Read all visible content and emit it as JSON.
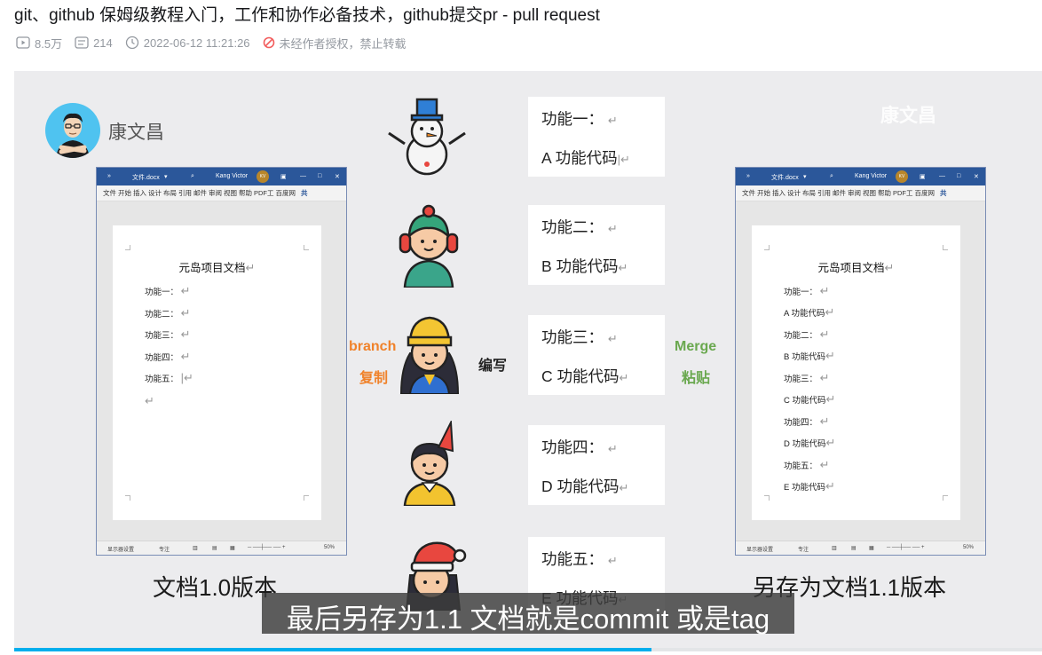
{
  "video": {
    "title": "git、github 保姆级教程入门，工作和协作必备技术，github提交pr - pull request",
    "views": "8.5万",
    "danmaku": "214",
    "date": "2022-06-12 11:21:26",
    "copyright": "未经作者授权，禁止转载",
    "progress": 0.62
  },
  "slide": {
    "author": "康文昌",
    "watermark": "康文昌",
    "left_window": {
      "filename": "文件.docx",
      "user": "Kang Victor",
      "user_initials": "KV",
      "menu": [
        "文件",
        "开始",
        "插入",
        "设计",
        "布局",
        "引用",
        "邮件",
        "审阅",
        "视图",
        "帮助",
        "PDF工",
        "百度网"
      ],
      "share": "共",
      "doc_title": "元岛项目文档",
      "lines": [
        "功能一：",
        "功能二：",
        "功能三：",
        "功能四：",
        "功能五："
      ],
      "status_display": "显示器设置",
      "status_focus": "专注",
      "zoom": "50%"
    },
    "right_window": {
      "filename": "文件.docx",
      "user": "Kang Victor",
      "user_initials": "KV",
      "menu": [
        "文件",
        "开始",
        "插入",
        "设计",
        "布局",
        "引用",
        "邮件",
        "审阅",
        "视图",
        "帮助",
        "PDF工",
        "百度网"
      ],
      "share": "共",
      "doc_title": "元岛项目文档",
      "lines": [
        "功能一：",
        "A 功能代码",
        "功能二：",
        "B 功能代码",
        "功能三：",
        "C 功能代码",
        "功能四：",
        "D 功能代码",
        "功能五：",
        "E 功能代码"
      ],
      "status_display": "显示器设置",
      "status_focus": "专注",
      "zoom": "50%"
    },
    "left_caption": "文档1.0版本",
    "right_caption": "另存为文档1.1版本",
    "cards": [
      {
        "feature": "功能一：",
        "code": "A 功能代码"
      },
      {
        "feature": "功能二：",
        "code": "B 功能代码"
      },
      {
        "feature": "功能三：",
        "code": "C 功能代码"
      },
      {
        "feature": "功能四：",
        "code": "D 功能代码"
      },
      {
        "feature": "功能五：",
        "code": "E 功能代码"
      }
    ],
    "branch_label": "branch",
    "copy_label": "复制",
    "write_label": "编写",
    "merge_label": "Merge",
    "paste_label": "粘贴",
    "colors": {
      "orange": "#f0822a",
      "green": "#6aa84f",
      "word_blue": "#2b579a",
      "progress": "#00aeec"
    }
  },
  "subtitle": "最后另存为1.1 文档就是commit 或是tag"
}
